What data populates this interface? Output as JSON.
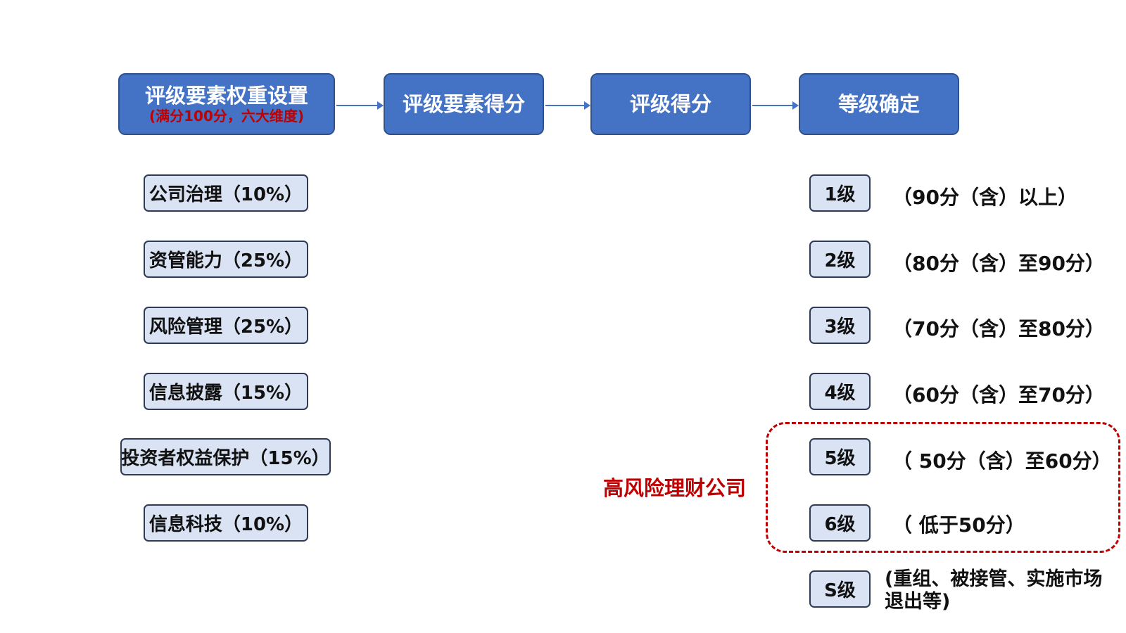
{
  "flow": {
    "step1": "评级要素权重设置",
    "step1_note": "(满分100分，六大维度)",
    "step2": "评级要素得分",
    "step3": "评级得分",
    "step4": "等级确定"
  },
  "factors": [
    "公司治理（10%）",
    "资管能力（25%）",
    "风险管理（25%）",
    "信息披露（15%）",
    "投资者权益保护（15%）",
    "信息科技（10%）"
  ],
  "grades": [
    {
      "label": "1级",
      "desc": "（90分（含）以上）"
    },
    {
      "label": "2级",
      "desc": "（80分（含）至90分）"
    },
    {
      "label": "3级",
      "desc": "（70分（含）至80分）"
    },
    {
      "label": "4级",
      "desc": "（60分（含）至70分）"
    },
    {
      "label": "5级",
      "desc": "（ 50分（含）至60分）"
    },
    {
      "label": "6级",
      "desc": "（ 低于50分）"
    },
    {
      "label": "S级",
      "desc": "(重组、被接管、实施市场退出等)"
    }
  ],
  "risk_group_label": "高风险理财公司",
  "colors": {
    "flow_box": "#4472c4",
    "flow_border": "#2f528f",
    "item_fill": "#dae3f3",
    "accent_red": "#c00000"
  }
}
